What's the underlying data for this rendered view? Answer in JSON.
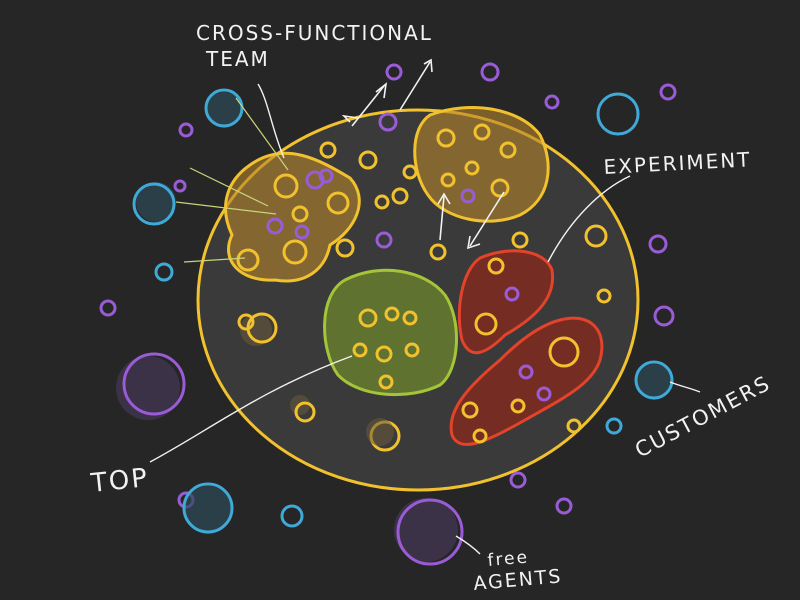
{
  "labels": {
    "cross_functional_line1": "CROSS-FUNCTIONAL",
    "cross_functional_line2": "TEAM",
    "experiment": "EXPERIMENT",
    "top": "TOP",
    "customers": "CUSTOMERS",
    "free_line1": "free",
    "free_line2": "AGENTS"
  },
  "colors": {
    "background": "#262626",
    "organization_outline": "#f2c12e",
    "team_fill": "#b5862a",
    "top_fill": "#6f8a2c",
    "experiment_fill": "#8a2a1c",
    "experiment_outline": "#e2432a",
    "top_outline": "#a6c43a",
    "member": "#f2c12e",
    "free_agent": "#9a5cd6",
    "customer": "#3fa9d8",
    "annotation": "#f2f2f2"
  }
}
